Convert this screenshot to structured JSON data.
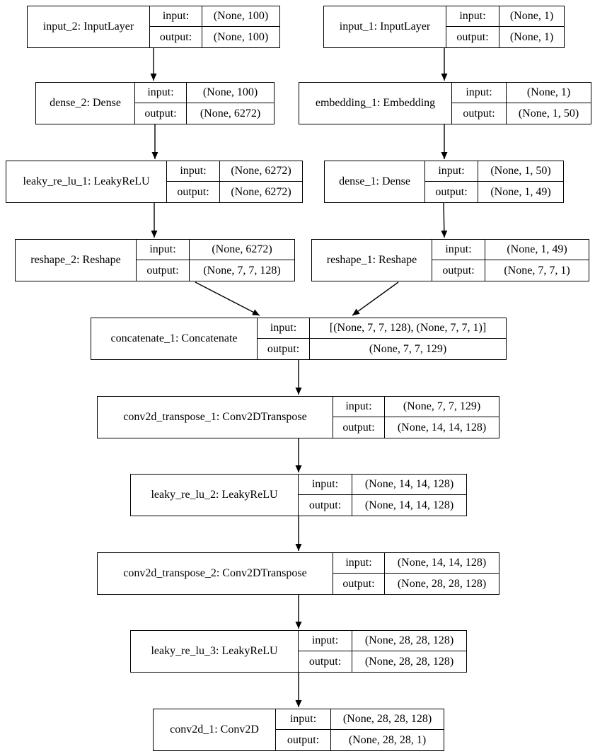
{
  "diagram": {
    "type": "keras-model-architecture-plot",
    "io_labels": {
      "input": "input:",
      "output": "output:"
    },
    "nodes": [
      {
        "id": "input_2",
        "label": "input_2: InputLayer",
        "input": "(None, 100)",
        "output": "(None, 100)"
      },
      {
        "id": "input_1",
        "label": "input_1: InputLayer",
        "input": "(None, 1)",
        "output": "(None, 1)"
      },
      {
        "id": "dense_2",
        "label": "dense_2: Dense",
        "input": "(None, 100)",
        "output": "(None, 6272)"
      },
      {
        "id": "embedding_1",
        "label": "embedding_1: Embedding",
        "input": "(None, 1)",
        "output": "(None, 1, 50)"
      },
      {
        "id": "leaky_re_lu_1",
        "label": "leaky_re_lu_1: LeakyReLU",
        "input": "(None, 6272)",
        "output": "(None, 6272)"
      },
      {
        "id": "dense_1",
        "label": "dense_1: Dense",
        "input": "(None, 1, 50)",
        "output": "(None, 1, 49)"
      },
      {
        "id": "reshape_2",
        "label": "reshape_2: Reshape",
        "input": "(None, 6272)",
        "output": "(None, 7, 7, 128)"
      },
      {
        "id": "reshape_1",
        "label": "reshape_1: Reshape",
        "input": "(None, 1, 49)",
        "output": "(None, 7, 7, 1)"
      },
      {
        "id": "concatenate_1",
        "label": "concatenate_1: Concatenate",
        "input": "[(None, 7, 7, 128), (None, 7, 7, 1)]",
        "output": "(None, 7, 7, 129)"
      },
      {
        "id": "conv2d_transpose_1",
        "label": "conv2d_transpose_1: Conv2DTranspose",
        "input": "(None, 7, 7, 129)",
        "output": "(None, 14, 14, 128)"
      },
      {
        "id": "leaky_re_lu_2",
        "label": "leaky_re_lu_2: LeakyReLU",
        "input": "(None, 14, 14, 128)",
        "output": "(None, 14, 14, 128)"
      },
      {
        "id": "conv2d_transpose_2",
        "label": "conv2d_transpose_2: Conv2DTranspose",
        "input": "(None, 14, 14, 128)",
        "output": "(None, 28, 28, 128)"
      },
      {
        "id": "leaky_re_lu_3",
        "label": "leaky_re_lu_3: LeakyReLU",
        "input": "(None, 28, 28, 128)",
        "output": "(None, 28, 28, 128)"
      },
      {
        "id": "conv2d_1",
        "label": "conv2d_1: Conv2D",
        "input": "(None, 28, 28, 128)",
        "output": "(None, 28, 28, 1)"
      }
    ],
    "edges": [
      {
        "from": "input_2",
        "to": "dense_2"
      },
      {
        "from": "input_1",
        "to": "embedding_1"
      },
      {
        "from": "dense_2",
        "to": "leaky_re_lu_1"
      },
      {
        "from": "embedding_1",
        "to": "dense_1"
      },
      {
        "from": "leaky_re_lu_1",
        "to": "reshape_2"
      },
      {
        "from": "dense_1",
        "to": "reshape_1"
      },
      {
        "from": "reshape_2",
        "to": "concatenate_1"
      },
      {
        "from": "reshape_1",
        "to": "concatenate_1"
      },
      {
        "from": "concatenate_1",
        "to": "conv2d_transpose_1"
      },
      {
        "from": "conv2d_transpose_1",
        "to": "leaky_re_lu_2"
      },
      {
        "from": "leaky_re_lu_2",
        "to": "conv2d_transpose_2"
      },
      {
        "from": "conv2d_transpose_2",
        "to": "leaky_re_lu_3"
      },
      {
        "from": "leaky_re_lu_3",
        "to": "conv2d_1"
      }
    ],
    "colors": {
      "border": "#000000",
      "background": "#ffffff",
      "text": "#000000",
      "edge": "#000000"
    }
  }
}
